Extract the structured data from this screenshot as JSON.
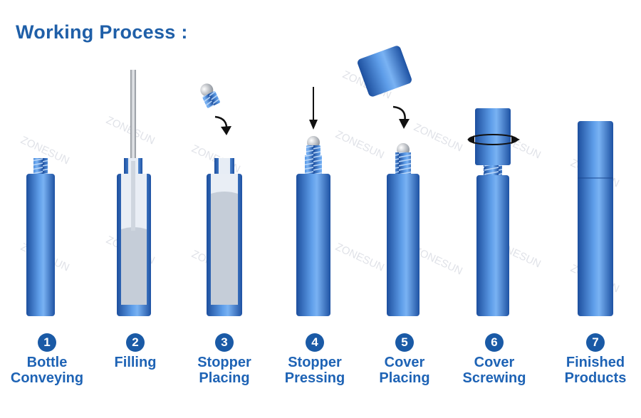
{
  "title": "Working Process :",
  "watermark": "ZONESUN",
  "colors": {
    "title": "#1f5fa8",
    "label": "#1e63b5",
    "badge": "#1a5aa6",
    "bottle_dark": "#1f55a8",
    "bottle_light": "#6aa6f0",
    "liquid": "#c5cdd8"
  },
  "steps": [
    {
      "number": "1",
      "label": "Bottle\nConveying"
    },
    {
      "number": "2",
      "label": "Filling"
    },
    {
      "number": "3",
      "label": "Stopper\nPlacing"
    },
    {
      "number": "4",
      "label": "Stopper\nPressing"
    },
    {
      "number": "5",
      "label": "Cover\nPlacing"
    },
    {
      "number": "6",
      "label": "Cover\nScrewing"
    },
    {
      "number": "7",
      "label": "Finished\nProducts"
    }
  ]
}
